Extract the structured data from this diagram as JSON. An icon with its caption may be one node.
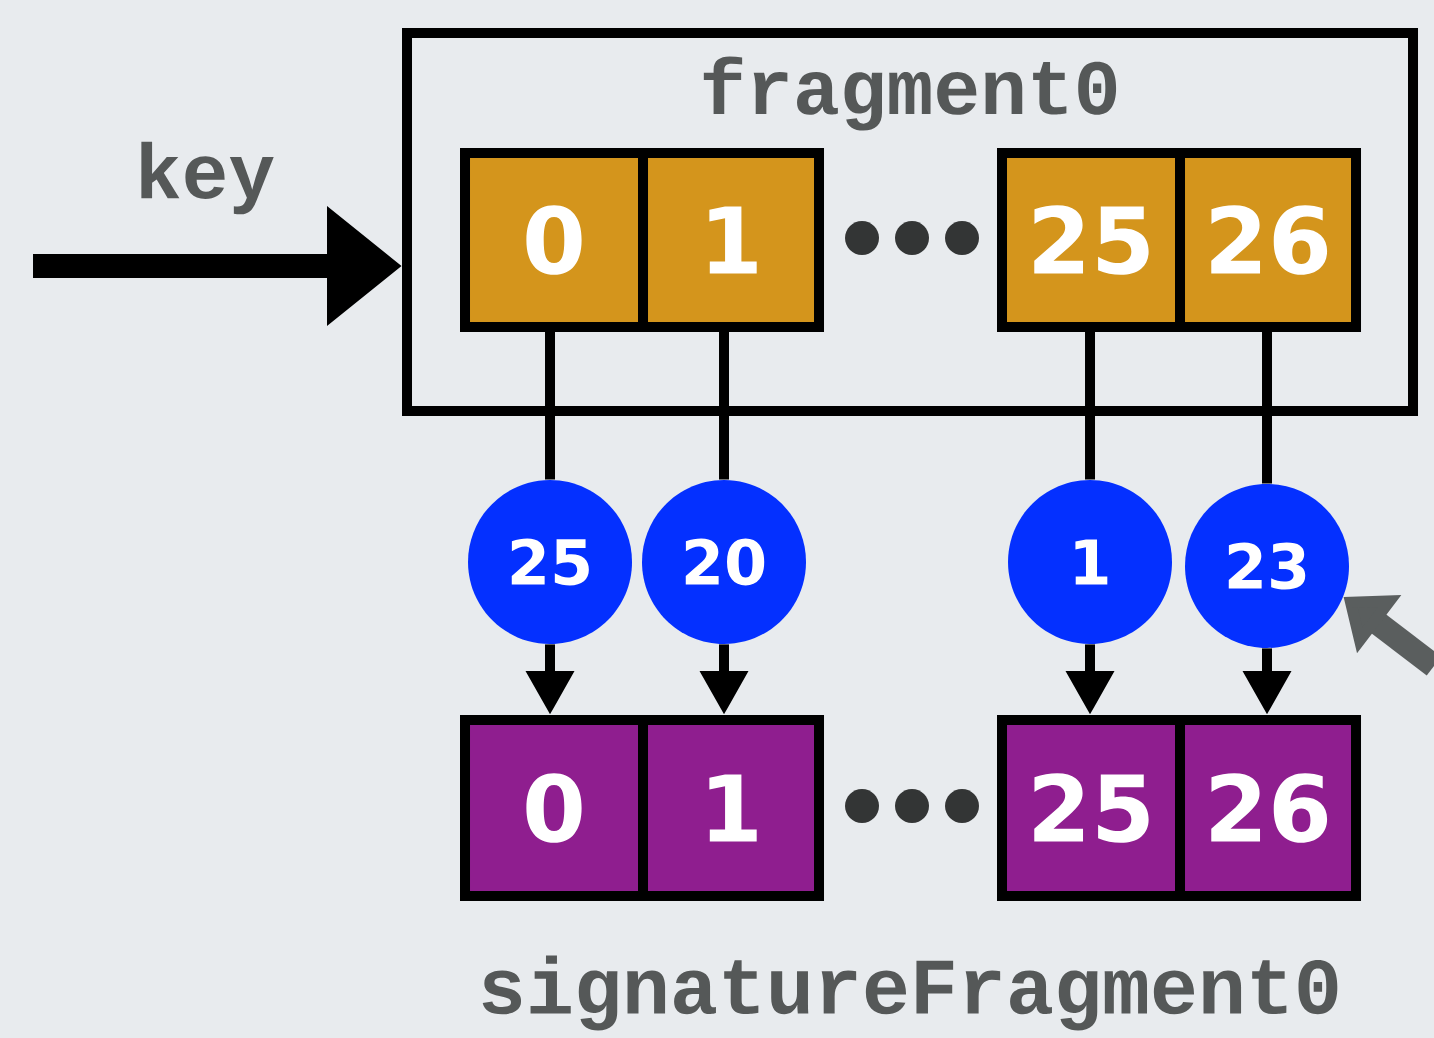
{
  "diagram": {
    "nodes": [
      {
        "text": [
          "fragment0"
        ]
      },
      {
        "text": [
          "0"
        ],
        "in": 0
      },
      {
        "text": [
          "1"
        ],
        "in": 0
      },
      {
        "text": [
          "25"
        ],
        "in": 0
      },
      {
        "text": [
          "26"
        ],
        "in": 0
      },
      {
        "text": [
          "25"
        ]
      },
      {
        "text": [
          "20"
        ]
      },
      {
        "text": [
          "1"
        ]
      },
      {
        "text": [
          "23"
        ]
      },
      {
        "text": [
          "0"
        ]
      },
      {
        "text": [
          "1"
        ]
      },
      {
        "text": [
          "25"
        ]
      },
      {
        "text": [
          "26"
        ]
      }
    ],
    "edges": [
      {
        "from": null,
        "to": 0,
        "arrow": "to",
        "label": "key",
        "style": "thick"
      },
      {
        "from": 1,
        "to": 5,
        "arrow": "none"
      },
      {
        "from": 2,
        "to": 6,
        "arrow": "none"
      },
      {
        "from": 3,
        "to": 7,
        "arrow": "none"
      },
      {
        "from": 4,
        "to": 8,
        "arrow": "none"
      },
      {
        "from": 5,
        "to": 9,
        "arrow": "to"
      },
      {
        "from": 6,
        "to": 10,
        "arrow": "to"
      },
      {
        "from": 7,
        "to": 11,
        "arrow": "to"
      },
      {
        "from": 8,
        "to": 12,
        "arrow": "to"
      },
      {
        "from": null,
        "to": 8,
        "arrow": "to",
        "style": "thick",
        "color": "#5a5e5e"
      }
    ],
    "labels": [
      "signatureFragment0"
    ]
  }
}
